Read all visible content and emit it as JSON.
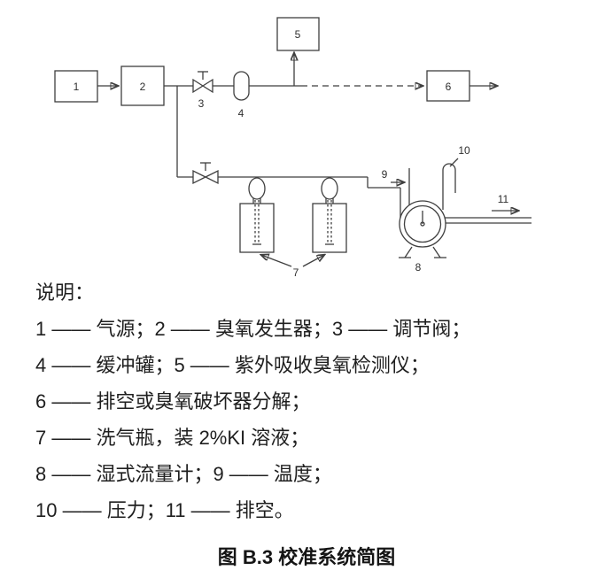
{
  "diagram": {
    "labels": {
      "n1": "1",
      "n2": "2",
      "n3": "3",
      "n4": "4",
      "n5": "5",
      "n6": "6",
      "n7": "7",
      "n8": "8",
      "n9": "9",
      "n10": "10",
      "n11": "11"
    }
  },
  "legend": {
    "title": "说明：",
    "lines": [
      "1 —— 气源；2 —— 臭氧发生器；3 —— 调节阀；",
      "4 —— 缓冲罐；5 —— 紫外吸收臭氧检测仪；",
      "6 —— 排空或臭氧破坏器分解；",
      "7 —— 洗气瓶，装 2%KI 溶液；",
      "8 —— 湿式流量计；9 —— 温度；",
      "10 —— 压力；11 —— 排空。"
    ]
  },
  "caption": "图 B.3  校准系统简图"
}
